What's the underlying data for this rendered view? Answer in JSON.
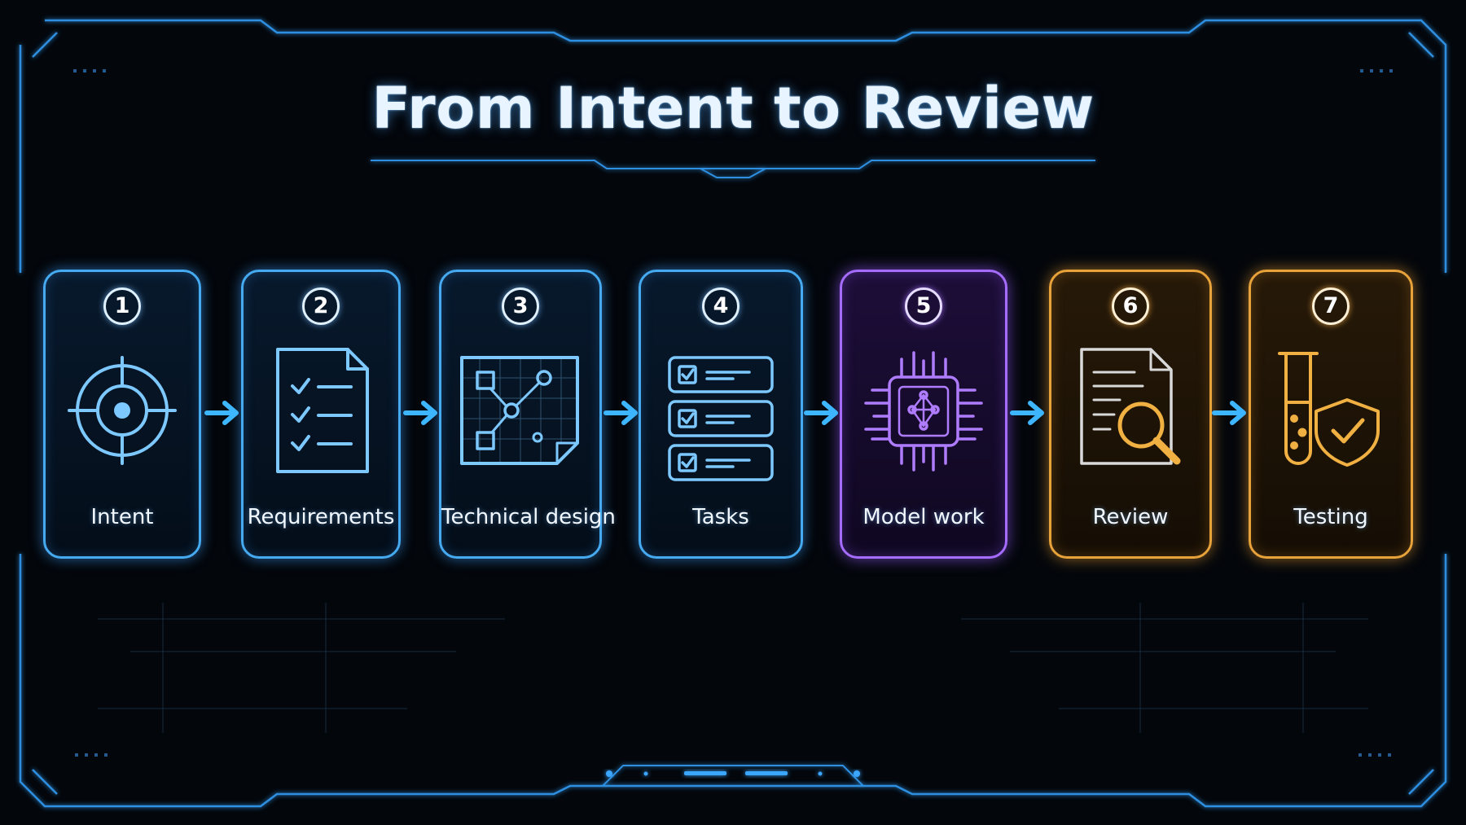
{
  "title": "From Intent to Review",
  "colors": {
    "blue": "#46aaf0",
    "icon_blue": "#7cc8ff",
    "purple": "#a56cff",
    "gold": "#f0b042",
    "arrow": "#3eb5ff"
  },
  "steps": [
    {
      "number": "1",
      "label": "Intent",
      "icon": "target-icon",
      "theme": "blue"
    },
    {
      "number": "2",
      "label": "Requirements",
      "icon": "checklist-document-icon",
      "theme": "blue"
    },
    {
      "number": "3",
      "label": "Technical design",
      "icon": "blueprint-diagram-icon",
      "theme": "blue"
    },
    {
      "number": "4",
      "label": "Tasks",
      "icon": "task-list-icon",
      "theme": "blue"
    },
    {
      "number": "5",
      "label": "Model work",
      "icon": "ai-chip-icon",
      "theme": "purple"
    },
    {
      "number": "6",
      "label": "Review",
      "icon": "document-magnifier-icon",
      "theme": "gold"
    },
    {
      "number": "7",
      "label": "Testing",
      "icon": "test-tube-shield-icon",
      "theme": "gold"
    }
  ]
}
